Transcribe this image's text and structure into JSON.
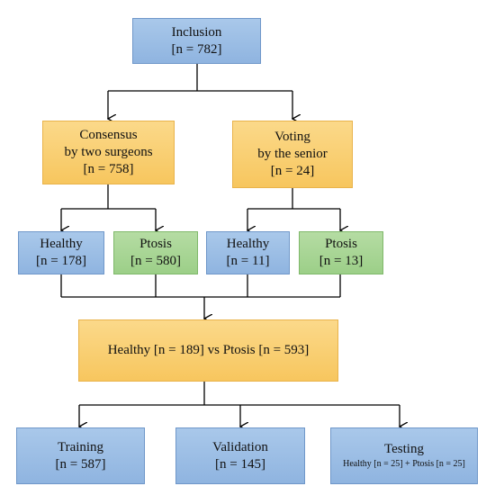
{
  "inclusion": {
    "title": "Inclusion",
    "count": "[n = 782]"
  },
  "consensus": {
    "line1": "Consensus",
    "line2": "by two surgeons",
    "count": "[n = 758]"
  },
  "voting": {
    "line1": "Voting",
    "line2": "by the senior",
    "count": "[n = 24]"
  },
  "consensus_healthy": {
    "label": "Healthy",
    "count": "[n = 178]"
  },
  "consensus_ptosis": {
    "label": "Ptosis",
    "count": "[n = 580]"
  },
  "voting_healthy": {
    "label": "Healthy",
    "count": "[n = 11]"
  },
  "voting_ptosis": {
    "label": "Ptosis",
    "count": "[n = 13]"
  },
  "summary": {
    "text": "Healthy [n = 189] vs Ptosis [n = 593]"
  },
  "training": {
    "label": "Training",
    "count": "[n = 587]"
  },
  "validation": {
    "label": "Validation",
    "count": "[n = 145]"
  },
  "testing": {
    "label": "Testing",
    "detail": "Healthy [n = 25] + Ptosis [n = 25]"
  },
  "colors": {
    "blue_fill": "#9dbee5",
    "orange_fill": "#f9cf73",
    "green_fill": "#a8d595",
    "line": "#000000"
  }
}
